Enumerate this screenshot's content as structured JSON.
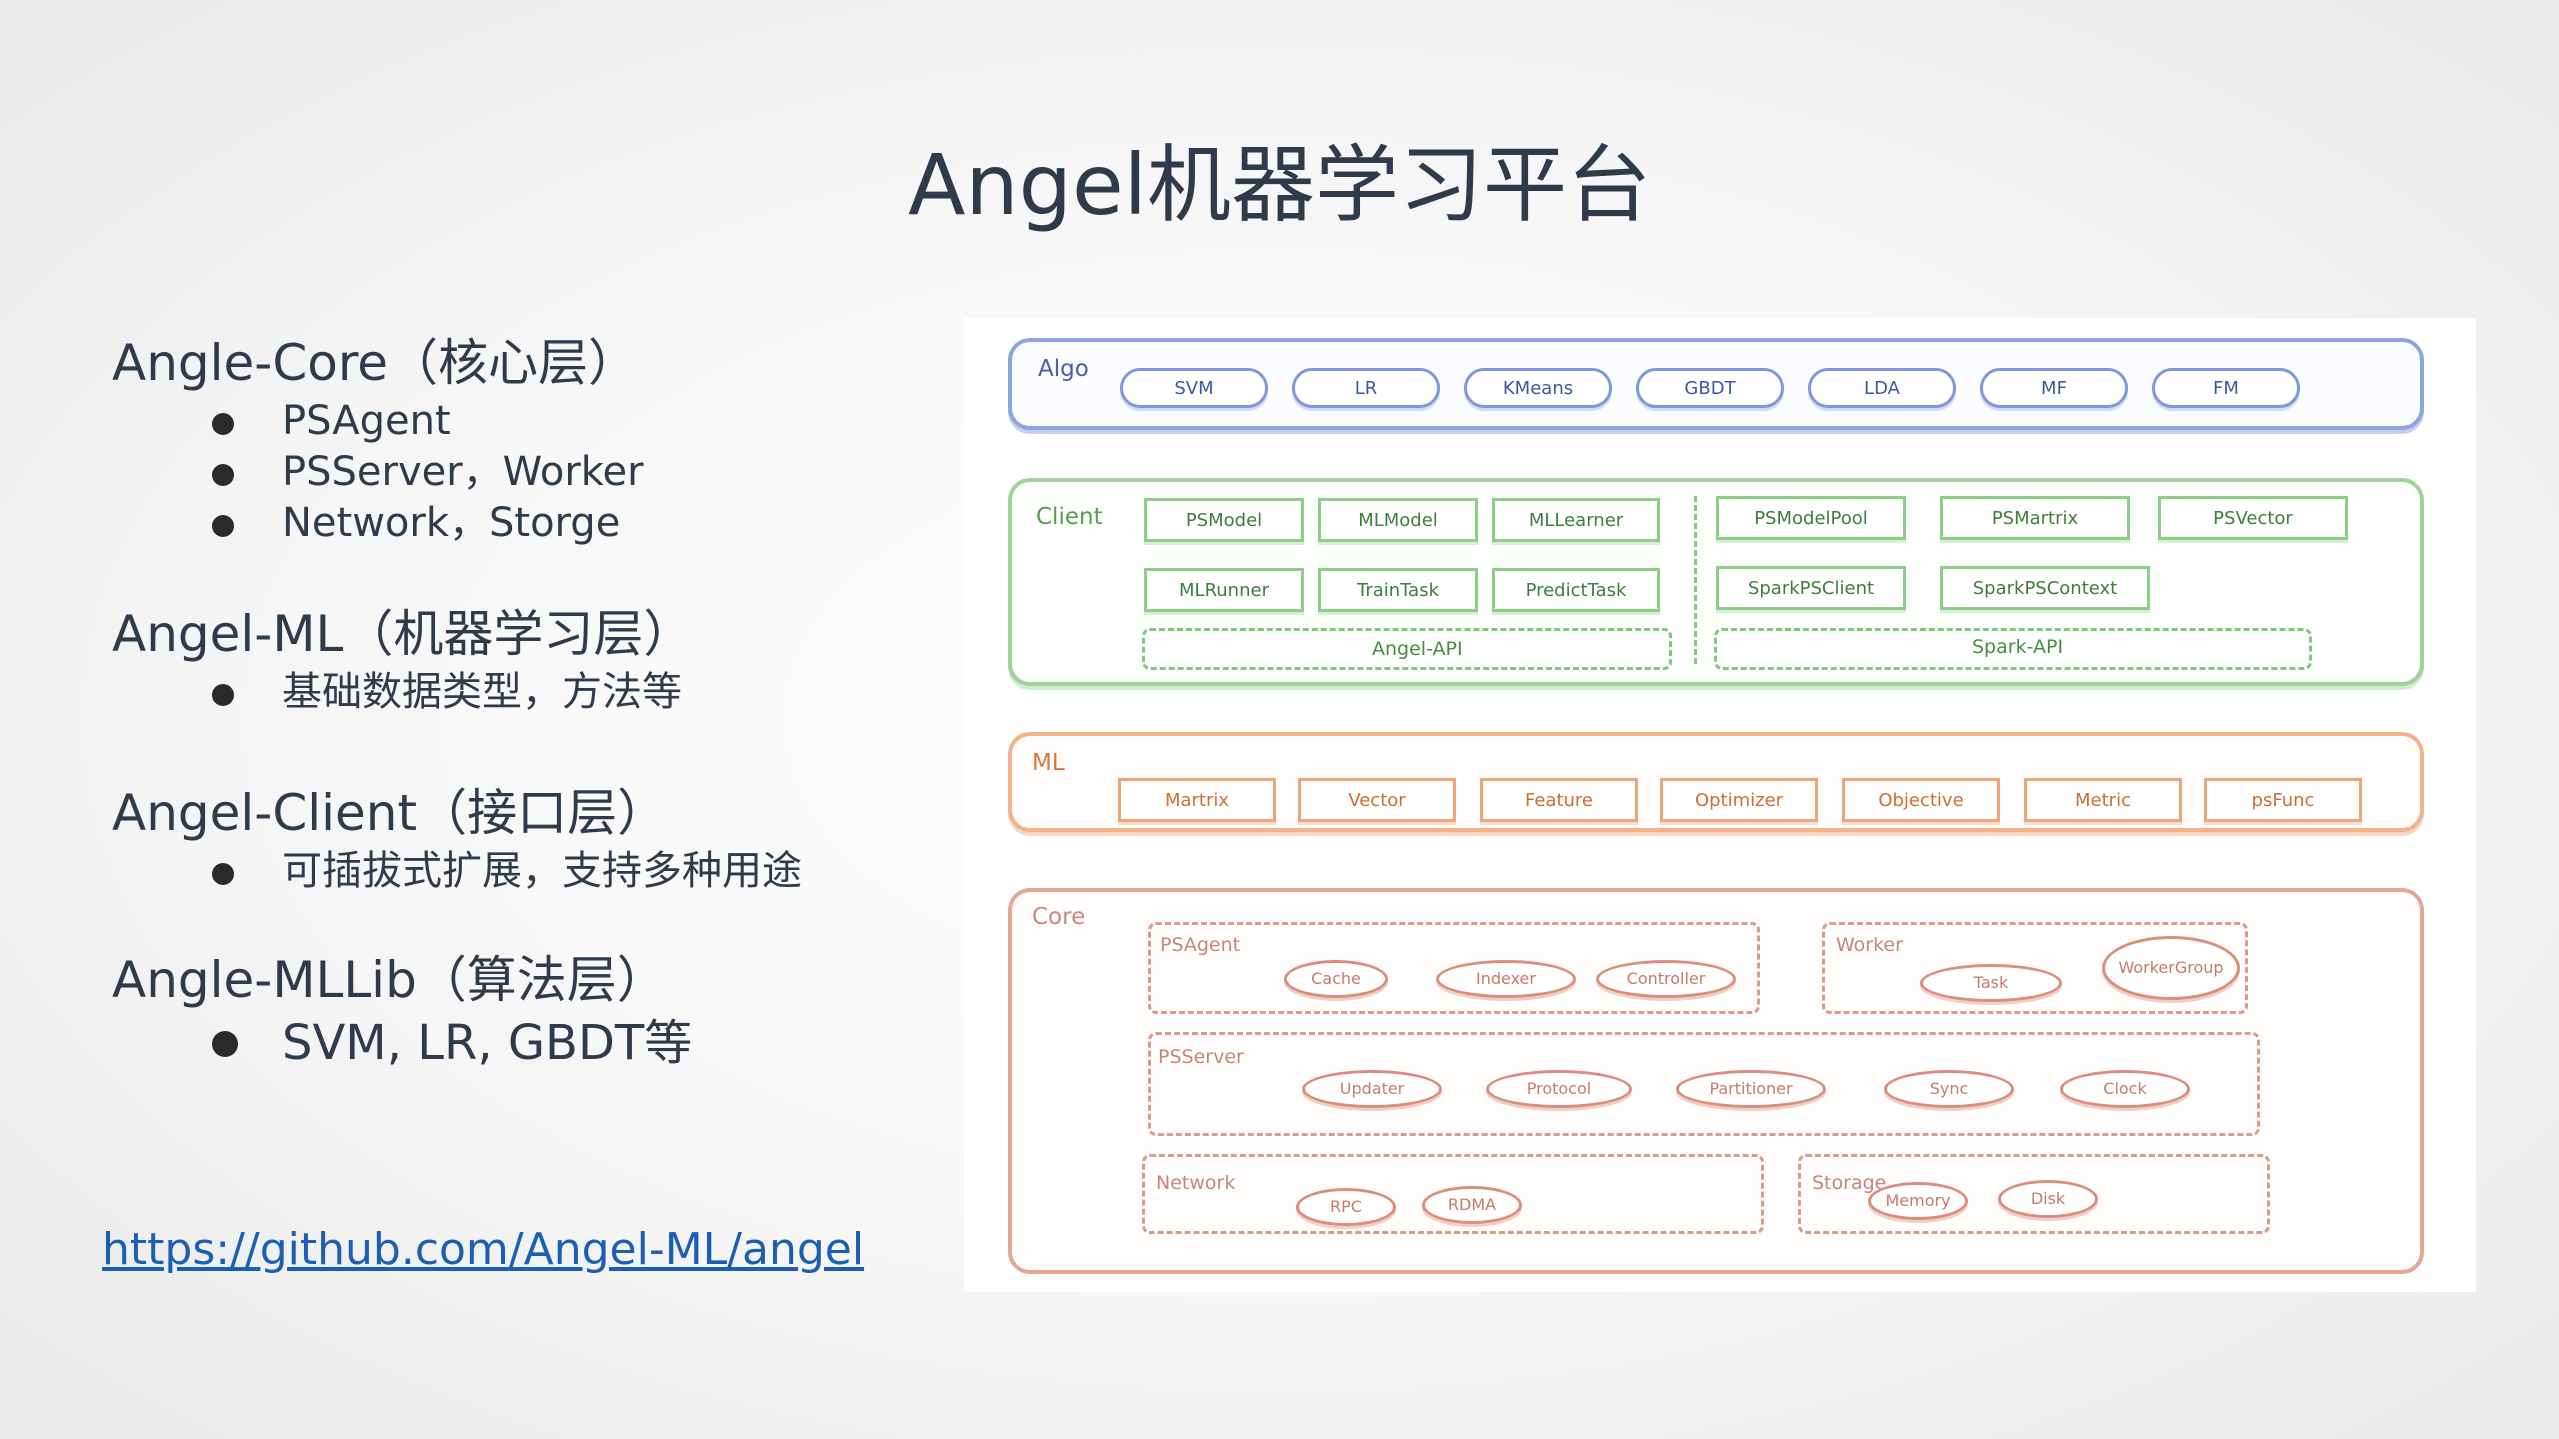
{
  "title": "Angel机器学习平台",
  "sections": [
    {
      "head": "Angle-Core（核心层）",
      "items": [
        "PSAgent",
        "PSServer，Worker",
        "Network，Storge"
      ]
    },
    {
      "head": "Angel-ML（机器学习层）",
      "items": [
        "基础数据类型，方法等"
      ]
    },
    {
      "head": "Angel-Client（接口层）",
      "items": [
        "可插拔式扩展，支持多种用途"
      ]
    },
    {
      "head": "Angle-MLLib（算法层）",
      "items": [
        "SVM, LR, GBDT等"
      ]
    }
  ],
  "link": "https://github.com/Angel-ML/angel",
  "diagram": {
    "algo": {
      "label": "Algo",
      "items": [
        "SVM",
        "LR",
        "KMeans",
        "GBDT",
        "LDA",
        "MF",
        "FM"
      ]
    },
    "client": {
      "label": "Client",
      "left_row1": [
        "PSModel",
        "MLModel",
        "MLLearner"
      ],
      "left_row2": [
        "MLRunner",
        "TrainTask",
        "PredictTask"
      ],
      "right_row1": [
        "PSModelPool",
        "PSMartrix",
        "PSVector"
      ],
      "right_row2": [
        "SparkPSClient",
        "SparkPSContext"
      ],
      "angel_api": "Angel-API",
      "spark_api": "Spark-API"
    },
    "ml": {
      "label": "ML",
      "items": [
        "Martrix",
        "Vector",
        "Feature",
        "Optimizer",
        "Objective",
        "Metric",
        "psFunc"
      ]
    },
    "core": {
      "label": "Core",
      "psagent": {
        "label": "PSAgent",
        "items": [
          "Cache",
          "Indexer",
          "Controller"
        ]
      },
      "worker": {
        "label": "Worker",
        "task": "Task",
        "group_line1": "Worker",
        "group_line2": "Group"
      },
      "psserver": {
        "label": "PSServer",
        "items": [
          "Updater",
          "Protocol",
          "Partitioner",
          "Sync",
          "Clock"
        ]
      },
      "network": {
        "label": "Network",
        "items": [
          "RPC",
          "RDMA"
        ]
      },
      "storage": {
        "label": "Storage",
        "items": [
          "Memory",
          "Disk"
        ]
      }
    }
  }
}
